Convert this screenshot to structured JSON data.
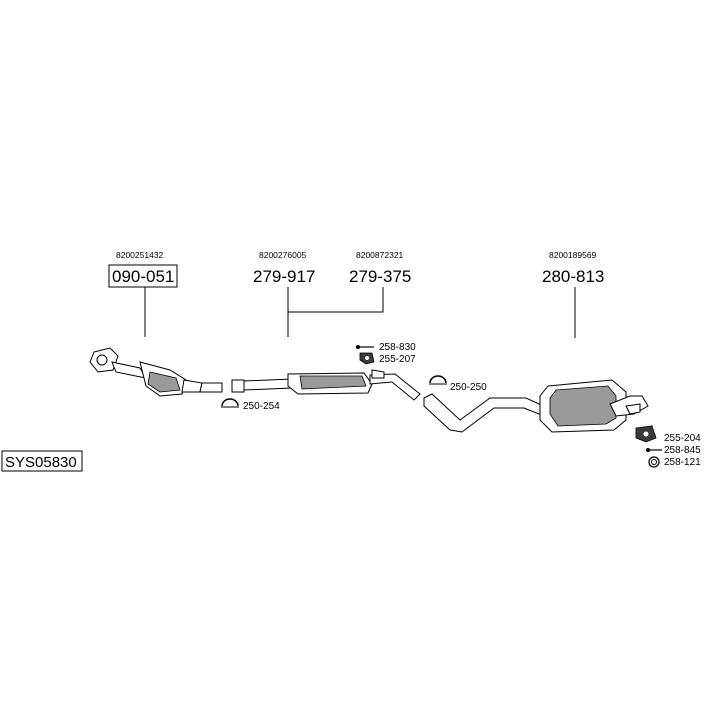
{
  "oem_numbers": [
    "8200251432",
    "8200276005",
    "8200872321",
    "8200189569"
  ],
  "part_numbers": [
    "090-051",
    "279-917",
    "279-375",
    "280-813"
  ],
  "fittings": {
    "f_258_830": "258-830",
    "f_255_207": "255-207",
    "f_250_250": "250-250",
    "f_250_254": "250-254",
    "f_255_204": "255-204",
    "f_258_845": "258-845",
    "f_258_121": "258-121"
  },
  "system_code": "SYS05830"
}
